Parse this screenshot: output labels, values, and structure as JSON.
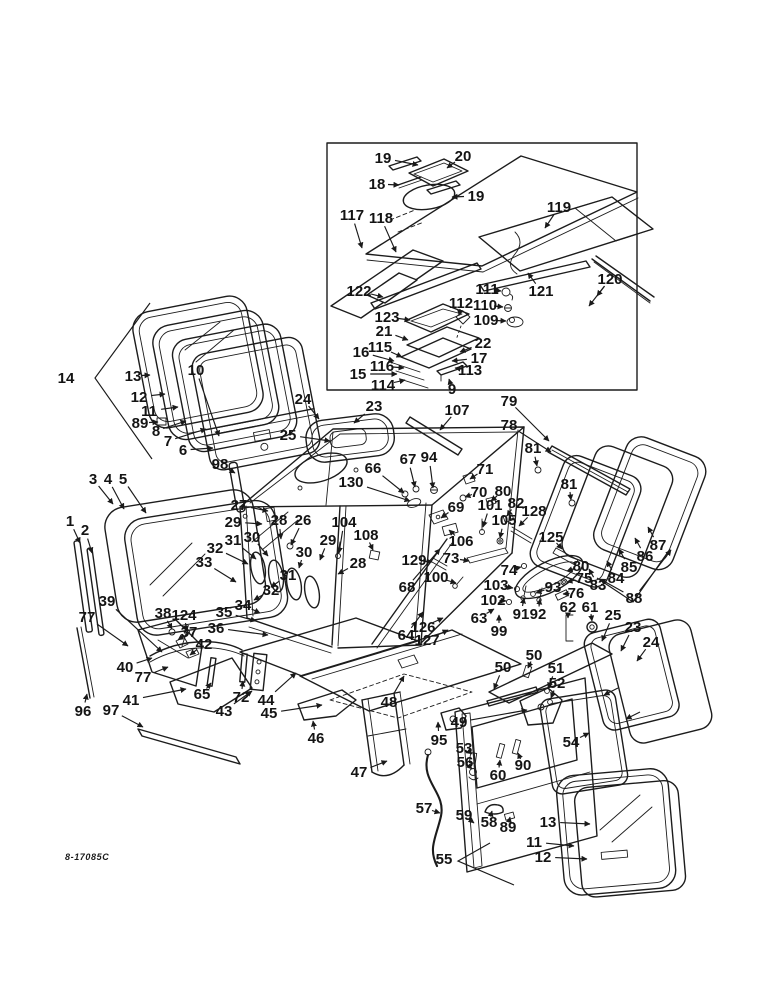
{
  "figure": {
    "code": "8-17085C"
  },
  "callouts": [
    [
      "19",
      383,
      158,
      418,
      165
    ],
    [
      "20",
      463,
      156,
      447,
      168
    ],
    [
      "18",
      377,
      184,
      399,
      185
    ],
    [
      "19",
      476,
      196,
      452,
      197
    ],
    [
      "117",
      352,
      215,
      362,
      248
    ],
    [
      "118",
      381,
      218,
      396,
      252
    ],
    [
      "119",
      559,
      207,
      545,
      228
    ],
    [
      "122",
      359,
      291,
      383,
      297
    ],
    [
      "123",
      387,
      317,
      410,
      320
    ],
    [
      "112",
      461,
      303,
      459,
      315
    ],
    [
      "111",
      487,
      289,
      501,
      291
    ],
    [
      "110",
      485,
      305,
      503,
      307
    ],
    [
      "109",
      486,
      320,
      506,
      321
    ],
    [
      "121",
      541,
      291,
      528,
      273
    ],
    [
      "120",
      610,
      279,
      597,
      296,
      589,
      306
    ],
    [
      "21",
      384,
      331,
      408,
      340
    ],
    [
      "115",
      380,
      347,
      402,
      357
    ],
    [
      "16",
      361,
      352,
      394,
      361
    ],
    [
      "116",
      382,
      366,
      404,
      368
    ],
    [
      "15",
      358,
      374,
      397,
      374
    ],
    [
      "114",
      383,
      385,
      405,
      380
    ],
    [
      "22",
      483,
      343,
      460,
      352
    ],
    [
      "17",
      479,
      358,
      452,
      361
    ],
    [
      "113",
      470,
      370,
      455,
      368
    ],
    [
      "9",
      452,
      389,
      449,
      379
    ],
    [
      "14",
      66,
      378
    ],
    [
      "13",
      133,
      376,
      150,
      375
    ],
    [
      "12",
      139,
      397,
      165,
      394
    ],
    [
      "11",
      149,
      411,
      178,
      407
    ],
    [
      "89",
      140,
      423,
      158,
      422
    ],
    [
      "8",
      156,
      431,
      186,
      421
    ],
    [
      "7",
      168,
      441,
      206,
      429
    ],
    [
      "6",
      183,
      450,
      213,
      448
    ],
    [
      "10",
      196,
      370,
      219,
      436
    ],
    [
      "3",
      93,
      479,
      113,
      504
    ],
    [
      "4",
      108,
      479,
      124,
      509
    ],
    [
      "5",
      123,
      479,
      146,
      513
    ],
    [
      "1",
      70,
      521,
      80,
      543
    ],
    [
      "2",
      85,
      530,
      92,
      553
    ],
    [
      "39",
      107,
      601,
      162,
      652
    ],
    [
      "77",
      87,
      617,
      128,
      646
    ],
    [
      "38",
      163,
      613,
      172,
      629
    ],
    [
      "124",
      184,
      615,
      187,
      631
    ],
    [
      "37",
      189,
      632,
      178,
      640
    ],
    [
      "42",
      204,
      644,
      190,
      655
    ],
    [
      "40",
      125,
      667,
      152,
      658
    ],
    [
      "77",
      143,
      677,
      168,
      667
    ],
    [
      "41",
      131,
      700,
      186,
      689
    ],
    [
      "96",
      83,
      711,
      87,
      694
    ],
    [
      "97",
      111,
      710,
      143,
      727
    ],
    [
      "65",
      202,
      694,
      211,
      683
    ],
    [
      "72",
      241,
      697,
      243,
      681
    ],
    [
      "43",
      224,
      711,
      252,
      691
    ],
    [
      "44",
      266,
      700,
      296,
      673
    ],
    [
      "45",
      269,
      713,
      322,
      705
    ],
    [
      "24",
      303,
      399,
      319,
      419
    ],
    [
      "23",
      374,
      406,
      354,
      423
    ],
    [
      "25",
      288,
      435,
      330,
      441
    ],
    [
      "98",
      220,
      464,
      235,
      473
    ],
    [
      "107",
      457,
      410,
      440,
      430
    ],
    [
      "27",
      239,
      505,
      268,
      511
    ],
    [
      "29",
      233,
      522,
      262,
      524
    ],
    [
      "28",
      279,
      520,
      281,
      539
    ],
    [
      "26",
      303,
      520,
      291,
      545
    ],
    [
      "30",
      252,
      537,
      268,
      556
    ],
    [
      "31",
      233,
      540,
      256,
      559
    ],
    [
      "32",
      215,
      548,
      248,
      564
    ],
    [
      "33",
      204,
      562,
      236,
      582
    ],
    [
      "31",
      288,
      575,
      271,
      587
    ],
    [
      "32",
      271,
      590,
      254,
      600
    ],
    [
      "34",
      243,
      605,
      260,
      613
    ],
    [
      "35",
      224,
      612,
      256,
      621
    ],
    [
      "36",
      216,
      628,
      268,
      635
    ],
    [
      "104",
      344,
      522,
      339,
      553
    ],
    [
      "108",
      366,
      535,
      373,
      550
    ],
    [
      "29",
      328,
      540,
      320,
      560
    ],
    [
      "30",
      304,
      552,
      299,
      568
    ],
    [
      "28",
      358,
      563,
      338,
      574
    ],
    [
      "130",
      351,
      482,
      410,
      501
    ],
    [
      "66",
      373,
      468,
      404,
      493
    ],
    [
      "67",
      408,
      459,
      415,
      487
    ],
    [
      "94",
      429,
      457,
      433,
      488
    ],
    [
      "71",
      485,
      469,
      470,
      479
    ],
    [
      "70",
      479,
      492,
      465,
      497
    ],
    [
      "69",
      456,
      507,
      441,
      518
    ],
    [
      "106",
      461,
      541,
      449,
      530
    ],
    [
      "68",
      407,
      587,
      440,
      549
    ],
    [
      "73",
      451,
      558,
      469,
      561
    ],
    [
      "100",
      436,
      577,
      456,
      583
    ],
    [
      "129",
      414,
      560,
      432,
      562
    ],
    [
      "101",
      490,
      505,
      483,
      527
    ],
    [
      "105",
      504,
      520,
      500,
      538
    ],
    [
      "82",
      516,
      503,
      507,
      516
    ],
    [
      "80",
      503,
      491,
      491,
      501
    ],
    [
      "128",
      534,
      511,
      519,
      526
    ],
    [
      "125",
      551,
      537,
      562,
      549
    ],
    [
      "79",
      509,
      401,
      549,
      441
    ],
    [
      "78",
      509,
      425,
      551,
      452
    ],
    [
      "81",
      533,
      448,
      537,
      466
    ],
    [
      "81",
      569,
      484,
      571,
      500
    ],
    [
      "80",
      581,
      566,
      567,
      571
    ],
    [
      "75",
      584,
      578,
      567,
      582
    ],
    [
      "76",
      576,
      593,
      563,
      594
    ],
    [
      "93",
      553,
      587,
      536,
      593
    ],
    [
      "74",
      509,
      570,
      521,
      567
    ],
    [
      "91",
      521,
      614,
      524,
      598
    ],
    [
      "92",
      538,
      614,
      540,
      599
    ],
    [
      "83",
      598,
      585,
      589,
      569
    ],
    [
      "84",
      616,
      578,
      607,
      561
    ],
    [
      "85",
      629,
      567,
      619,
      549
    ],
    [
      "86",
      645,
      556,
      635,
      538
    ],
    [
      "87",
      658,
      545,
      648,
      527
    ],
    [
      "88",
      634,
      598,
      600,
      579,
      671,
      550
    ],
    [
      "102",
      493,
      600,
      506,
      601
    ],
    [
      "103",
      496,
      585,
      513,
      588
    ],
    [
      "63",
      479,
      618,
      494,
      609
    ],
    [
      "99",
      499,
      631,
      499,
      615
    ],
    [
      "64",
      406,
      635,
      423,
      612
    ],
    [
      "126",
      423,
      627,
      443,
      618
    ],
    [
      "127",
      427,
      640,
      448,
      630
    ],
    [
      "48",
      389,
      702,
      404,
      676
    ],
    [
      "46",
      316,
      738,
      313,
      721
    ],
    [
      "95",
      439,
      740,
      438,
      722
    ],
    [
      "47",
      359,
      772,
      387,
      761
    ],
    [
      "57",
      424,
      808,
      440,
      813
    ],
    [
      "49",
      459,
      722,
      527,
      710
    ],
    [
      "62",
      568,
      607,
      568,
      618
    ],
    [
      "61",
      590,
      607,
      592,
      621
    ],
    [
      "25",
      613,
      615,
      602,
      641
    ],
    [
      "23",
      633,
      627,
      621,
      651
    ],
    [
      "24",
      651,
      642,
      637,
      661
    ],
    [
      "50",
      534,
      655,
      528,
      668
    ],
    [
      "50",
      503,
      667,
      494,
      689
    ],
    [
      "51",
      556,
      668,
      548,
      688
    ],
    [
      "52",
      557,
      683,
      551,
      698
    ],
    [
      "53",
      464,
      748,
      472,
      754
    ],
    [
      "56",
      465,
      762,
      472,
      769
    ],
    [
      "60",
      498,
      775,
      500,
      760
    ],
    [
      "90",
      523,
      765,
      518,
      753
    ],
    [
      "54",
      571,
      742,
      589,
      733
    ],
    [
      "59",
      464,
      815,
      474,
      823
    ],
    [
      "58",
      489,
      822,
      492,
      811
    ],
    [
      "89",
      508,
      827,
      510,
      817
    ],
    [
      "55",
      444,
      859
    ],
    [
      "13",
      548,
      822,
      590,
      824
    ],
    [
      "11",
      534,
      842,
      574,
      846
    ],
    [
      "12",
      543,
      857,
      587,
      859
    ]
  ]
}
